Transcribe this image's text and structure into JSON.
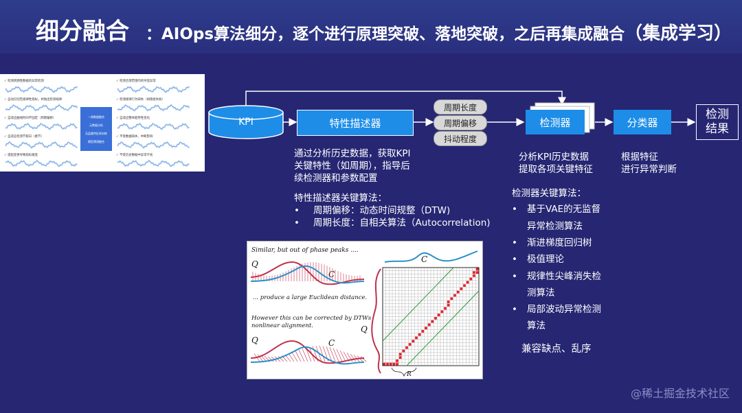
{
  "title": {
    "main": "细分融合",
    "sub": "：AIOps算法细分，逐个进行原理突破、落地突破，之后再集成融合",
    "paren": "（集成学习）"
  },
  "thumbnail": {
    "left_labels": [
      "检测周期性数据的异常检测",
      "自动识别无规律性指标，并独出检测规律",
      "自适应曲线时间不固定（周期偏移）",
      "自适应检测节假日（春节）",
      "提配变更导致指标跟变"
    ],
    "right_labels": [
      "检测合理范围内的突变异常",
      "检测规律行为缺失（如跑批失败）",
      "自适应整体趋势性变化",
      "不受数据缺失、中断影响",
      "不受历史数据中异常干扰"
    ],
    "center_items": [
      "一周数据融合",
      "元数据分析",
      "无监督特征库训练",
      "模型预测融合"
    ]
  },
  "flow": {
    "kpi": "KPI",
    "descriptor": "特性描述器",
    "pills": [
      "周期长度",
      "周期偏移",
      "抖动程度"
    ],
    "detector": "检测器",
    "classifier": "分类器",
    "result_line1": "检测",
    "result_line2": "结果"
  },
  "descriptor_text": {
    "lines": [
      "通过分析历史数据，获取KPI",
      "关键特性（如周期），指导后",
      "续检测器和参数配置"
    ],
    "algo_title": "特性描述器关键算法：",
    "algos": [
      "周期偏移：动态时间规整（DTW)",
      "周期长度：自相关算法（Autocorrelation)"
    ]
  },
  "detector_text": {
    "lines": [
      "分析KPI历史数据",
      "提取各项关键特征"
    ]
  },
  "classifier_text": {
    "lines": [
      "根据特征",
      "进行异常判断"
    ]
  },
  "detector_algos": {
    "title": "检测器关键算法：",
    "items": [
      [
        "基于VAE的无监督",
        "异常检测算法"
      ],
      [
        "渐进梯度回归树"
      ],
      [
        "极值理论"
      ],
      [
        "规律性尖峰消失检",
        "测算法"
      ],
      [
        "局部波动异常检测",
        "算法"
      ]
    ],
    "footer": "兼容缺点、乱序"
  },
  "dtw_figure": {
    "caption1": "Similar, but out of phase peaks ....",
    "caption2": "... produce a large Euclidean distance.",
    "caption3": "However this can be corrected by DTWs",
    "caption4": "nonlinear alignment.",
    "label_q": "Q",
    "label_c": "C",
    "label_r": "R"
  },
  "watermark": "@稀土掘金技术社区",
  "colors": {
    "background": "#262673",
    "box": "#1d8de8",
    "pill": "#d8d8d8"
  }
}
